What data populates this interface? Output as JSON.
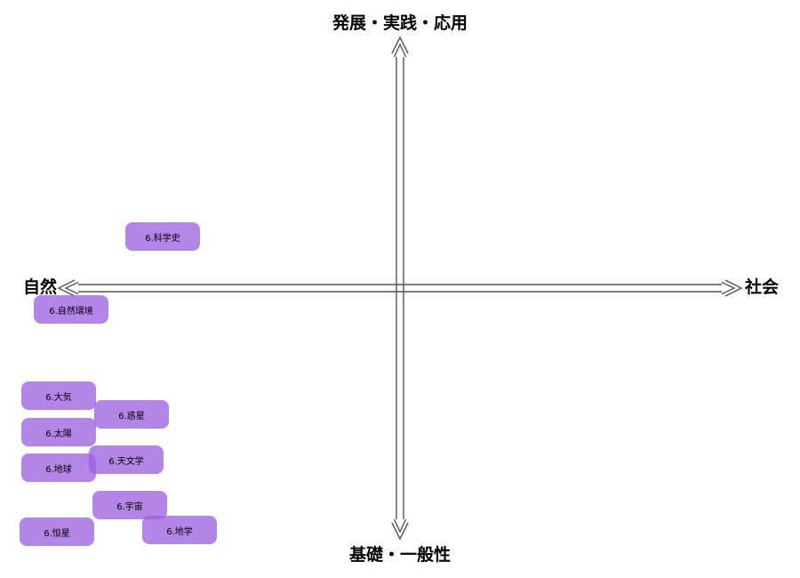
{
  "axes": {
    "top": "発展・実践・応用",
    "bottom": "基礎・一般性",
    "left": "自然",
    "right": "社会"
  },
  "colors": {
    "tag_fill": "#9d63e0",
    "axis_stroke": "#555555"
  },
  "tags": [
    {
      "id": "tag-science-history",
      "label": "6.科学史"
    },
    {
      "id": "tag-natural-environment",
      "label": "6.自然環境"
    },
    {
      "id": "tag-atmosphere",
      "label": "6.大気"
    },
    {
      "id": "tag-planet",
      "label": "6.惑星"
    },
    {
      "id": "tag-sun",
      "label": "6.太陽"
    },
    {
      "id": "tag-astronomy",
      "label": "6.天文学"
    },
    {
      "id": "tag-earth",
      "label": "6.地球"
    },
    {
      "id": "tag-universe",
      "label": "6.宇宙"
    },
    {
      "id": "tag-fixed-star",
      "label": "6.恒星"
    },
    {
      "id": "tag-earth-science",
      "label": "6.地学"
    }
  ]
}
